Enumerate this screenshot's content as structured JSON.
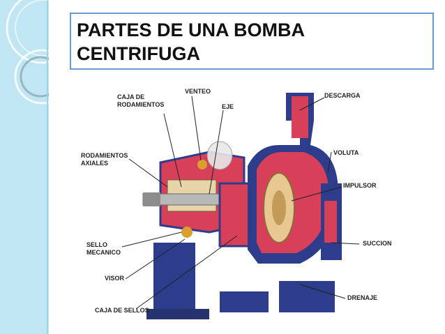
{
  "slide": {
    "title_line1": "PARTES DE UNA BOMBA",
    "title_line2": "CENTRIFUGA"
  },
  "labels": {
    "caja_rodamientos_1": "CAJA DE",
    "caja_rodamientos_2": "RODAMIENTOS",
    "venteo": "VENTEO",
    "eje": "EJE",
    "descarga": "DESCARGA",
    "rodamientos_axiales_1": "RODAMIENTOS",
    "rodamientos_axiales_2": "AXIALES",
    "voluta": "VOLUTA",
    "impulsor": "IMPULSOR",
    "sello_mecanico_1": "SELLO",
    "sello_mecanico_2": "MECANICO",
    "succion": "SUCCION",
    "visor": "VISOR",
    "drenaje": "DRENAJE",
    "caja_sellos": "CAJA DE SELLOS"
  },
  "colors": {
    "strip": "#bfe6f2",
    "title_border": "#6c9bd2",
    "casing_red": "#d8405a",
    "casing_blue": "#2d3d8c",
    "shaft_gray": "#b8b8b8"
  }
}
